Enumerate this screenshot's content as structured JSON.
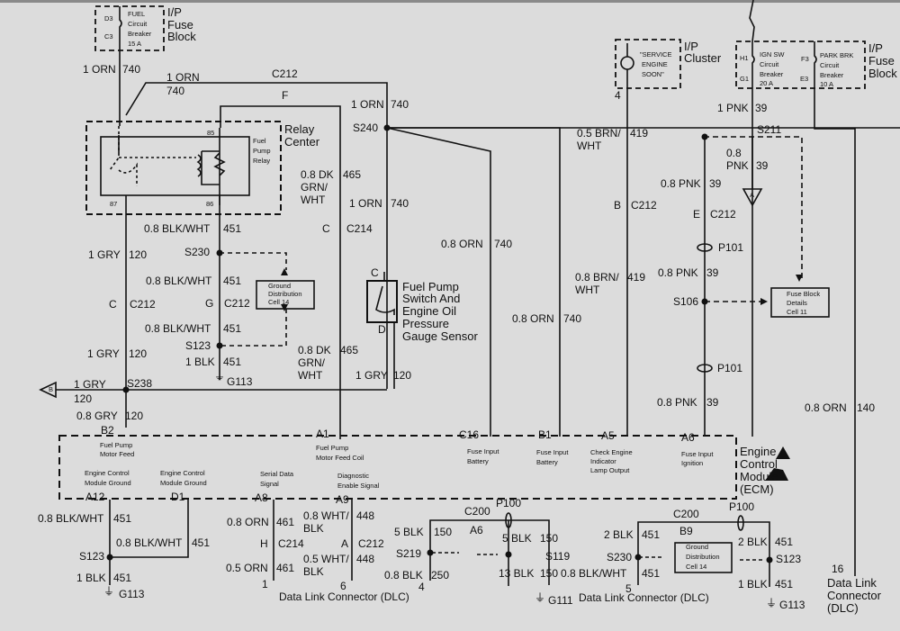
{
  "diagram": {
    "title_blocks": {
      "ip_fuse_block_left": {
        "label": "I/P Fuse Block",
        "line1": "I/P",
        "line2": "Fuse",
        "line3": "Block",
        "breaker": {
          "pin_top": "D3",
          "pin_bottom": "C3",
          "name1": "FUEL",
          "name2": "Circuit",
          "name3": "Breaker",
          "rating": "15 A"
        }
      },
      "ip_cluster": {
        "line1": "I/P",
        "line2": "Cluster",
        "lamp1": "\"SERVICE",
        "lamp2": "ENGINE",
        "lamp3": "SOON\"",
        "pin": "4"
      },
      "ip_fuse_block_right": {
        "line1": "I/P",
        "line2": "Fuse",
        "line3": "Block",
        "ign": {
          "pin_top": "H1",
          "pin_bottom": "G1",
          "name1": "IGN SW",
          "name2": "Circuit",
          "name3": "Breaker",
          "rating": "20 A"
        },
        "park": {
          "pin_top": "F3",
          "pin_bottom": "E3",
          "name1": "PARK BRK",
          "name2": "Circuit",
          "name3": "Breaker",
          "rating": "10 A"
        }
      },
      "relay_center": {
        "line1": "Relay",
        "line2": "Center",
        "relay1": "Fuel",
        "relay2": "Pump",
        "relay3": "Relay",
        "pin85": "85",
        "pin86": "86",
        "pin87": "87"
      },
      "fp_switch": {
        "pin_c": "C",
        "pin_d": "D",
        "line1": "Fuel Pump",
        "line2": "Switch And",
        "line3": "Engine Oil",
        "line4": "Pressure",
        "line5": "Gauge Sensor"
      },
      "ecm": {
        "line1": "Engine",
        "line2": "Control",
        "line3": "Module",
        "line4": "(ECM)"
      }
    },
    "wires": {
      "w1": {
        "gauge": "1 ORN",
        "circuit": "740"
      },
      "w2": {
        "gauge": "1 ORN",
        "circuit": "740"
      },
      "w3": {
        "gauge": "1 ORN",
        "circuit": "740"
      },
      "w4": {
        "gauge": "1 ORN",
        "circuit": "740"
      },
      "w5": {
        "gauge": "0.8 DK",
        "gauge2": "GRN/",
        "gauge3": "WHT",
        "circuit": "465"
      },
      "w6": {
        "gauge": "0.8 BLK/WHT",
        "circuit": "451"
      },
      "w7": {
        "gauge": "1 GRY",
        "circuit": "120"
      },
      "w8": {
        "gauge": "0.8 BLK/WHT",
        "circuit": "451"
      },
      "w9": {
        "gauge": "0.8 BLK/WHT",
        "circuit": "451"
      },
      "w10": {
        "gauge": "1 GRY",
        "circuit": "120"
      },
      "w11": {
        "gauge": "1 BLK",
        "circuit": "451"
      },
      "w12": {
        "gauge": "1 GRY",
        "circuit": "120"
      },
      "w13": {
        "gauge": "0.8 GRY",
        "circuit": "120"
      },
      "w14": {
        "gauge": "0.8 DK",
        "gauge2": "GRN/",
        "gauge3": "WHT",
        "circuit": "465"
      },
      "w15": {
        "gauge": "1 GRY",
        "circuit": "120"
      },
      "w16": {
        "gauge": "0.8 ORN",
        "circuit": "740"
      },
      "w17": {
        "gauge": "0.8 ORN",
        "circuit": "740"
      },
      "w18": {
        "gauge": "0.5 BRN/",
        "gauge2": "WHT",
        "circuit": "419"
      },
      "w19": {
        "gauge": "0.8 BRN/",
        "gauge2": "WHT",
        "circuit": "419"
      },
      "w20": {
        "gauge": "1 PNK",
        "circuit": "39"
      },
      "w21": {
        "gauge": "0.8",
        "gauge2": "PNK",
        "circuit": "39"
      },
      "w22": {
        "gauge": "0.8 PNK",
        "circuit": "39"
      },
      "w23": {
        "gauge": "0.8 PNK",
        "circuit": "39"
      },
      "w24": {
        "gauge": "0.8 PNK",
        "circuit": "39"
      },
      "w25": {
        "gauge": "0.8 ORN",
        "circuit": "140"
      },
      "b1": {
        "gauge": "0.8 BLK/WHT",
        "circuit": "451"
      },
      "b2": {
        "gauge": "0.8 BLK/WHT",
        "circuit": "451"
      },
      "b3": {
        "gauge": "1 BLK",
        "circuit": "451"
      },
      "b4": {
        "gauge": "0.8 ORN",
        "circuit": "461"
      },
      "b5": {
        "gauge": "0.5 ORN",
        "circuit": "461"
      },
      "b6": {
        "gauge": "0.8 WHT/",
        "gauge2": "BLK",
        "circuit": "448"
      },
      "b7": {
        "gauge": "0.5 WHT/",
        "gauge2": "BLK",
        "circuit": "448"
      },
      "b8": {
        "gauge": "5 BLK",
        "circuit": "150"
      },
      "b9": {
        "gauge": "0.8 BLK",
        "circuit": "250"
      },
      "b10": {
        "gauge": "5 BLK",
        "circuit": "150"
      },
      "b11": {
        "gauge": "13 BLK",
        "circuit": "150"
      },
      "b12": {
        "gauge": "2 BLK",
        "circuit": "451"
      },
      "b13": {
        "gauge": "0.8 BLK/WHT",
        "circuit": "451"
      },
      "b14": {
        "gauge": "2 BLK",
        "circuit": "451"
      },
      "b15": {
        "gauge": "1 BLK",
        "circuit": "451"
      }
    },
    "connectors": {
      "c212_f": {
        "name": "C212",
        "pin": "F"
      },
      "c214_c": {
        "pin": "C",
        "name": "C214"
      },
      "c212_c": {
        "pin": "C",
        "name": "C212"
      },
      "c212_g": {
        "pin": "G",
        "name": "C212"
      },
      "c212_b": {
        "pin": "B",
        "name": "C212"
      },
      "c212_e": {
        "pin": "E",
        "name": "C212"
      },
      "p101_a": "P101",
      "p101_b": "P101",
      "c214_h": {
        "pin": "H",
        "name": "C214"
      },
      "c212_a": {
        "pin": "A",
        "name": "C212"
      },
      "c200_a6": {
        "name": "C200",
        "pin": "A6"
      },
      "c200_b9": {
        "name": "C200",
        "pin": "B9"
      },
      "p100_a": "P100",
      "p100_b": "P100"
    },
    "splices": {
      "s240": "S240",
      "s230": "S230",
      "s123": "S123",
      "s238": "S238",
      "s211": "S211",
      "s106": "S106",
      "s123b": "S123",
      "s219": "S219",
      "s119": "S119",
      "s230b": "S230",
      "s123c": "S123"
    },
    "grounds": {
      "g113a": "G113",
      "g113b": "G113",
      "g111": "G111",
      "g113c": "G113"
    },
    "refs": {
      "gdc1": {
        "line1": "Ground",
        "line2": "Distribution",
        "line3": "Cell 14"
      },
      "fbd": {
        "line1": "Fuse Block",
        "line2": "Details",
        "line3": "Cell 11"
      },
      "gdc2": {
        "line1": "Ground",
        "line2": "Distribution",
        "line3": "Cell 14"
      },
      "offpage_b": "B",
      "offpage_a": "A"
    },
    "ecm_pins": {
      "b2": {
        "pin": "B2",
        "d1": "Fuel Pump",
        "d2": "Motor Feed"
      },
      "a1": {
        "pin": "A1",
        "d1": "Fuel Pump",
        "d2": "Motor Feed Coil"
      },
      "c16": {
        "pin": "C16",
        "d1": "Fuse Input",
        "d2": "Battery"
      },
      "b1": {
        "pin": "B1",
        "d1": "Fuse Input",
        "d2": "Battery"
      },
      "a5": {
        "pin": "A5",
        "d1": "Check Engine",
        "d2": "Indicator",
        "d3": "Lamp Output"
      },
      "a6": {
        "pin": "A6",
        "d1": "Fuse Input",
        "d2": "Ignition"
      },
      "a12": {
        "pin": "A12",
        "d1": "Engine Control",
        "d2": "Module Ground"
      },
      "d1": {
        "pin": "D1",
        "d1": "Engine Control",
        "d2": "Module Ground"
      },
      "a8": {
        "pin": "A8",
        "d1": "Serial Data",
        "d2": "Signal"
      },
      "a9": {
        "pin": "A9",
        "d1": "Diagnostic",
        "d2": "Enable Signal"
      }
    },
    "dlc": {
      "pin1": "1",
      "pin6": "6",
      "pin4": "4",
      "pin5": "5",
      "pin16": "16",
      "label_a": "Data Link Connector (DLC)",
      "label_b": "Data Link Connector (DLC)",
      "label_c1": "Data Link",
      "label_c2": "Connector",
      "label_c3": "(DLC)"
    }
  }
}
